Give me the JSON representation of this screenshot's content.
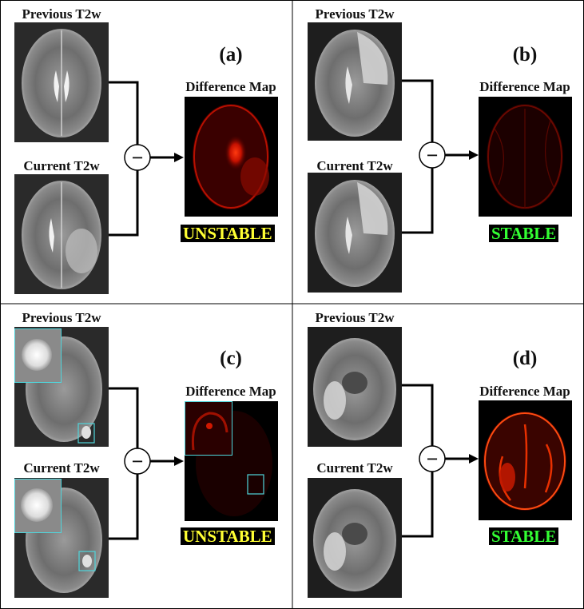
{
  "colors": {
    "unstable": "#ffff33",
    "stable": "#33ff33",
    "badge_bg": "#000000",
    "zoom_box": "#4fd6dc",
    "border": "#000000"
  },
  "panels": [
    {
      "tag": "(a)",
      "previous_label": "Previous T2w",
      "current_label": "Current T2w",
      "diff_label": "Difference Map",
      "operator": "−",
      "status": "UNSTABLE"
    },
    {
      "tag": "(b)",
      "previous_label": "Previous T2w",
      "current_label": "Current T2w",
      "diff_label": "Difference Map",
      "operator": "−",
      "status": "STABLE"
    },
    {
      "tag": "(c)",
      "previous_label": "Previous T2w",
      "current_label": "Current T2w",
      "diff_label": "Difference Map",
      "operator": "−",
      "status": "UNSTABLE"
    },
    {
      "tag": "(d)",
      "previous_label": "Previous T2w",
      "current_label": "Current T2w",
      "diff_label": "Difference Map",
      "operator": "−",
      "status": "STABLE"
    }
  ]
}
